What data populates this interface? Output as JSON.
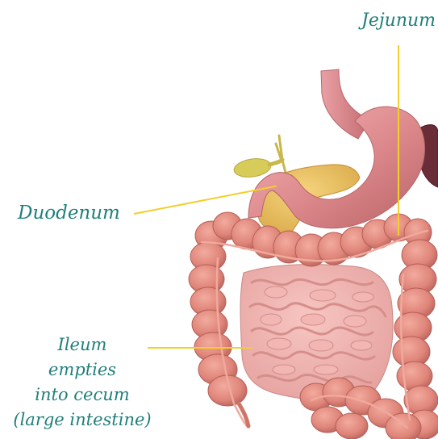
{
  "labels": {
    "jejunum": "Jejunum",
    "duodenum": "Duodenum",
    "ileum": {
      "line1": "Ileum",
      "line2": "empties",
      "line3": "into cecum",
      "line4": "(large intestine)"
    }
  },
  "colors": {
    "label_text": "#1f7f7a",
    "leader_line": "#f2cf2d",
    "intestine": "#e58b7e",
    "intestine_dark": "#c66e65",
    "stomach": "#de8d90",
    "pancreas": "#ecc05a",
    "gallbladder": "#d7cc59",
    "liver": "#6a2c36"
  },
  "illustration": {
    "organs": [
      "esophagus",
      "stomach",
      "pancreas",
      "gallbladder",
      "liver",
      "small-intestine",
      "large-intestine",
      "appendix"
    ]
  }
}
